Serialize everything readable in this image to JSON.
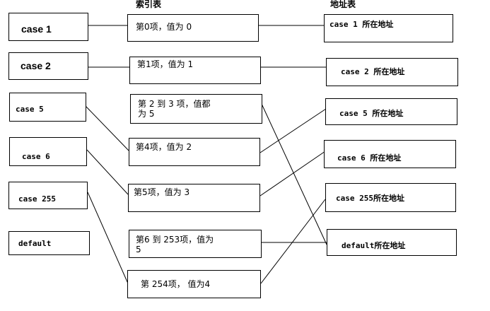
{
  "headers": {
    "index_table": "索引表",
    "address_table": "地址表",
    "corner_mark": "`"
  },
  "cases": [
    {
      "label": "case 1"
    },
    {
      "label": "case 2"
    },
    {
      "label": "case 5"
    },
    {
      "label": "case 6"
    },
    {
      "label": "case 255"
    },
    {
      "label": "default"
    }
  ],
  "index_items": [
    {
      "text": "第0项，值为 0"
    },
    {
      "text": "第1项，值为 1"
    },
    {
      "text": "第 2 到 3 项，值都\n为 5"
    },
    {
      "text": "第4项，值为 2"
    },
    {
      "text": "第5项，值为 3"
    },
    {
      "text": "第6 到 253项，值为\n5"
    },
    {
      "text": "第 254项， 值为4"
    }
  ],
  "address_items": [
    {
      "text": "case 1 所在地址"
    },
    {
      "text": "case 2 所在地址"
    },
    {
      "text": "case 5 所在地址"
    },
    {
      "text": "case 6 所在地址"
    },
    {
      "text": "case 255所在地址"
    },
    {
      "text": "default所在地址"
    }
  ]
}
